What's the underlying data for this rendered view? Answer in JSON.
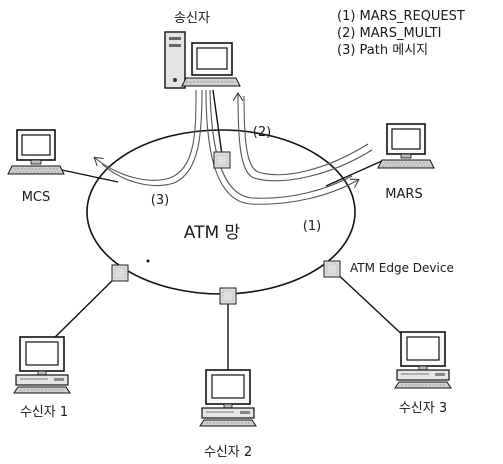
{
  "legend": [
    "(1) MARS_REQUEST",
    "(2) MARS_MULTI",
    "(3) Path 메시지"
  ],
  "network_label": "ATM 망",
  "nodes": {
    "sender": "송신자",
    "mcs": "MCS",
    "mars": "MARS",
    "receiver1": "수신자 1",
    "receiver2": "수신자 2",
    "receiver3": "수신자 3"
  },
  "edge_device_label": "ATM Edge Device",
  "step_labels": {
    "step1": "(1)",
    "step2": "(2)",
    "step3": "(3)"
  }
}
